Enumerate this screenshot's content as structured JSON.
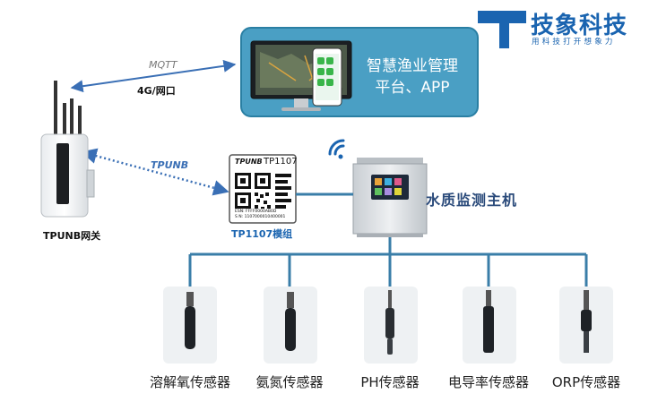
{
  "brand": {
    "name": "技象科技",
    "slogan": "用科技打开想象力"
  },
  "platform": {
    "line1": "智慧渔业管理",
    "line2": "平台、APP"
  },
  "links": {
    "mqtt": "MQTT",
    "network": "4G/网口",
    "tpunb": "TPUNB"
  },
  "gateway": {
    "label": "TPUNB网关"
  },
  "module": {
    "label": "TP1107模组",
    "chip_brand": "TPUNB",
    "chip_model": "TP1107",
    "esn": "ESN: FFFF0000AB0D",
    "sn": "S N: 1107000010400001"
  },
  "host": {
    "label": "水质监测主机"
  },
  "sensors": [
    "溶解氧传感器",
    "氨氮传感器",
    "PH传感器",
    "电导率传感器",
    "ORP传感器"
  ],
  "colors": {
    "brand_blue": "#1a64b0",
    "platform_bg": "#4a9fc4",
    "bus_line": "#3a7ea8"
  }
}
